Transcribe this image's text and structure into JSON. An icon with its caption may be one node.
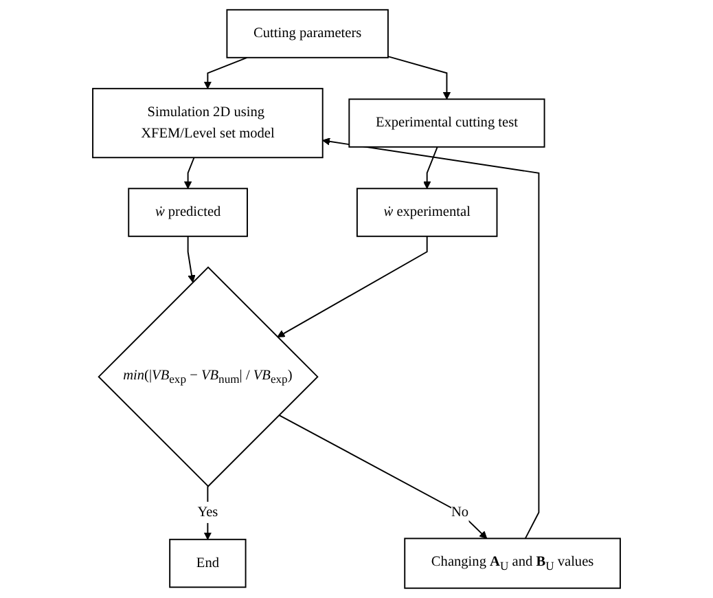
{
  "diagram": {
    "nodes": [
      {
        "text": [
          "Cutting parameters"
        ]
      },
      {
        "text": [
          "Simulation 2D using XFEM/Level set model"
        ]
      },
      {
        "text": [
          "Experimental cutting test"
        ]
      },
      {
        "text": [
          "*ẇ* predicted"
        ]
      },
      {
        "text": [
          "*ẇ* experimental"
        ]
      },
      {
        "text": [
          "*min*(|*VB*$_{exp}$ − *VB*$_{num}$| / *VB*$_{exp}$)"
        ]
      },
      {
        "text": [
          "End"
        ]
      },
      {
        "text": [
          "Changing **A**$_{U}$ and **B**$_{U}$ values"
        ]
      }
    ],
    "edges": [
      {
        "from": 0,
        "to": 1,
        "arrow": "to"
      },
      {
        "from": 0,
        "to": 2,
        "arrow": "to"
      },
      {
        "from": 1,
        "to": 3,
        "arrow": "to"
      },
      {
        "from": 2,
        "to": 4,
        "arrow": "to"
      },
      {
        "from": 3,
        "to": 5,
        "arrow": "to"
      },
      {
        "from": 4,
        "to": 5,
        "arrow": "to"
      },
      {
        "from": 5,
        "to": 6,
        "label": "Yes",
        "arrow": "to"
      },
      {
        "from": 5,
        "to": 7,
        "label": "No",
        "arrow": "to"
      },
      {
        "from": 7,
        "to": 1,
        "arrow": "to"
      }
    ]
  }
}
